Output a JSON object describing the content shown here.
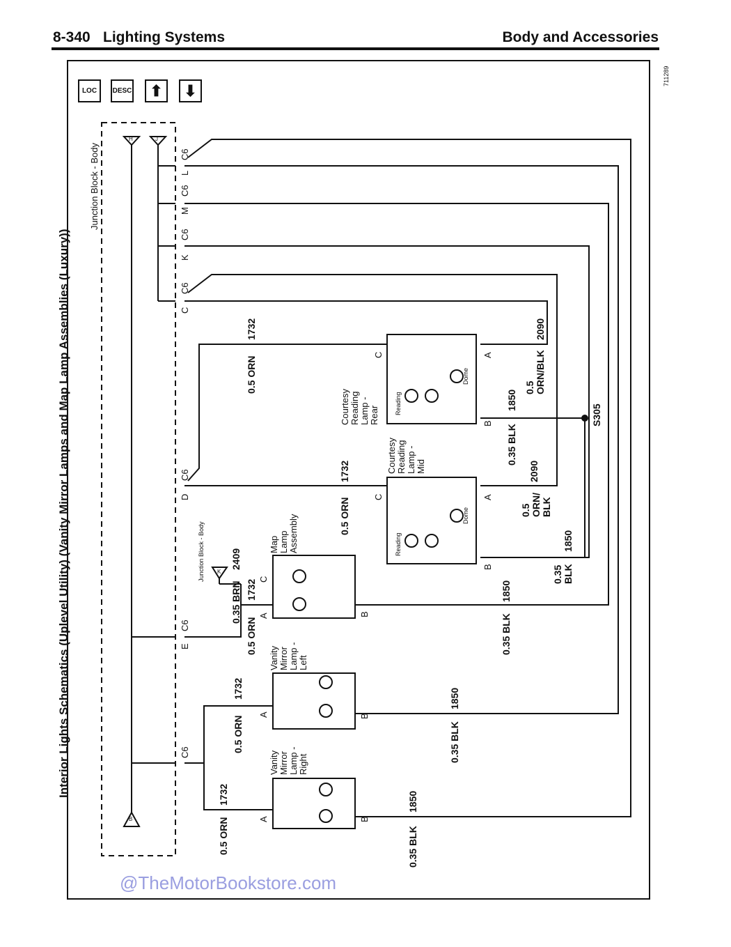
{
  "header": {
    "page_num": "8-340",
    "section": "Lighting Systems",
    "right": "Body and Accessories"
  },
  "title": "Interior Lights Schematics (Uplevel Utility) (Vanity Mirror Lamps and Map Lamp Assemblies (Luxury))",
  "figure_no": "711289",
  "nav": {
    "loc": "LOC",
    "desc": "DESC",
    "up": "⬆",
    "down": "⬇"
  },
  "watermark": "@TheMotorBookstore.com",
  "junction_block": "Junction Block - Body",
  "junction_block_small": "Junction\nBlock - Body",
  "tri_h": "H",
  "tri_j": "J",
  "tri_b": "B",
  "tri_k": "K",
  "conn": "C6",
  "pins": {
    "l": "L",
    "m": "M",
    "k": "K",
    "c": "C",
    "d": "D",
    "e": "E",
    "a": "A",
    "b": "B",
    "cc": "C"
  },
  "comp": {
    "map": [
      "Map",
      "Lamp",
      "Assembly"
    ],
    "vml": [
      "Vanity",
      "Mirror",
      "Lamp -",
      "Left"
    ],
    "vmr": [
      "Vanity",
      "Mirror",
      "Lamp -",
      "Right"
    ],
    "crm": [
      "Courtesy",
      "Reading",
      "Lamp -",
      "Mid"
    ],
    "crr": [
      "Courtesy",
      "Reading",
      "Lamp -",
      "Rear"
    ],
    "reading": "Reading",
    "dome": "Dome"
  },
  "wires": {
    "orn": "0.5 ORN",
    "c1732": "1732",
    "brn": "0.35 BRN",
    "c2409": "2409",
    "blk": "0.35 BLK",
    "c1850": "1850",
    "ornblk": "0.5 ORN/BLK",
    "ornblk_a": "0.5",
    "ornblk_b": "ORN/",
    "ornblk_c": "BLK",
    "ornblk_d": "ORN/BLK",
    "c2090": "2090",
    "blk35": "0.35",
    "blk_b": "BLK"
  },
  "splice": "S305"
}
